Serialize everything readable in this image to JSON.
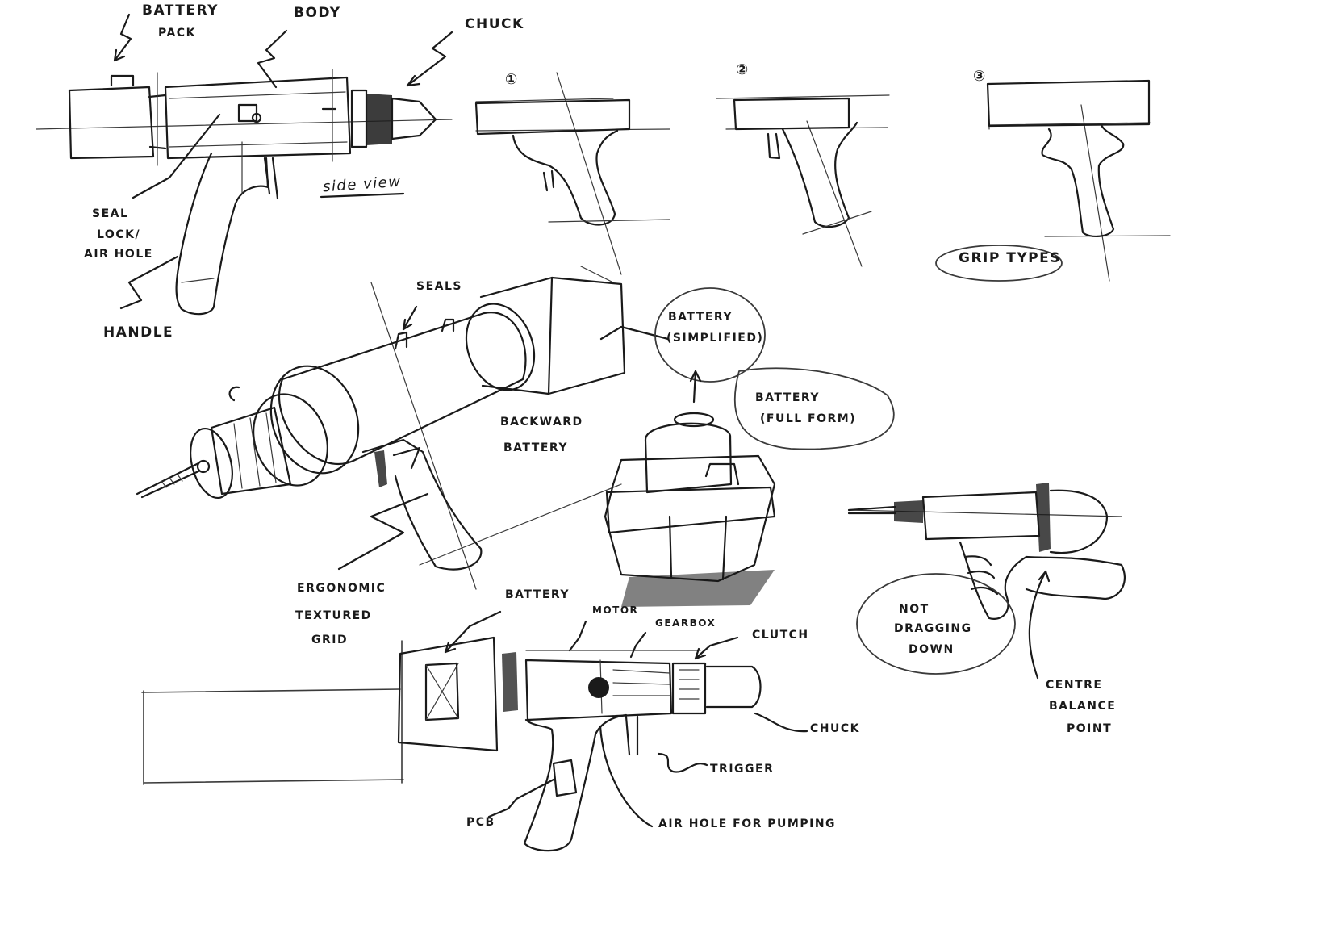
{
  "labels": {
    "battery_pack_1": "BATTERY",
    "battery_pack_2": "PACK",
    "body": "BODY",
    "chuck_top": "CHUCK",
    "side_view": "side view",
    "seal_1": "SEAL",
    "seal_2": "LOCK/",
    "seal_3": "AIR HOLE",
    "handle": "HANDLE",
    "grip_1": "①",
    "grip_2": "②",
    "grip_3": "③",
    "grip_types": "GRIP TYPES",
    "seals": "SEALS",
    "battery_simplified_1": "BATTERY",
    "battery_simplified_2": "(SIMPLIFIED)",
    "battery_full_1": "BATTERY",
    "battery_full_2": "(FULL FORM)",
    "backward_1": "BACKWARD",
    "backward_2": "BATTERY",
    "ergonomic_1": "ERGONOMIC",
    "ergonomic_2": "TEXTURED",
    "ergonomic_3": "GRID",
    "battery_bottom": "BATTERY",
    "motor": "MOTOR",
    "gearbox": "GEARBOX",
    "clutch": "CLUTCH",
    "chuck_bottom": "CHUCK",
    "trigger": "TRIGGER",
    "pcb": "PCB",
    "air_hole_pumping": "AIR HOLE FOR PUMPING",
    "not_dragging_1": "NOT",
    "not_dragging_2": "DRAGGING",
    "not_dragging_3": "DOWN",
    "centre_1": "CENTRE",
    "centre_2": "BALANCE",
    "centre_3": "POINT"
  },
  "ink_color": "#1a1a1a",
  "paper_color": "#ffffff"
}
